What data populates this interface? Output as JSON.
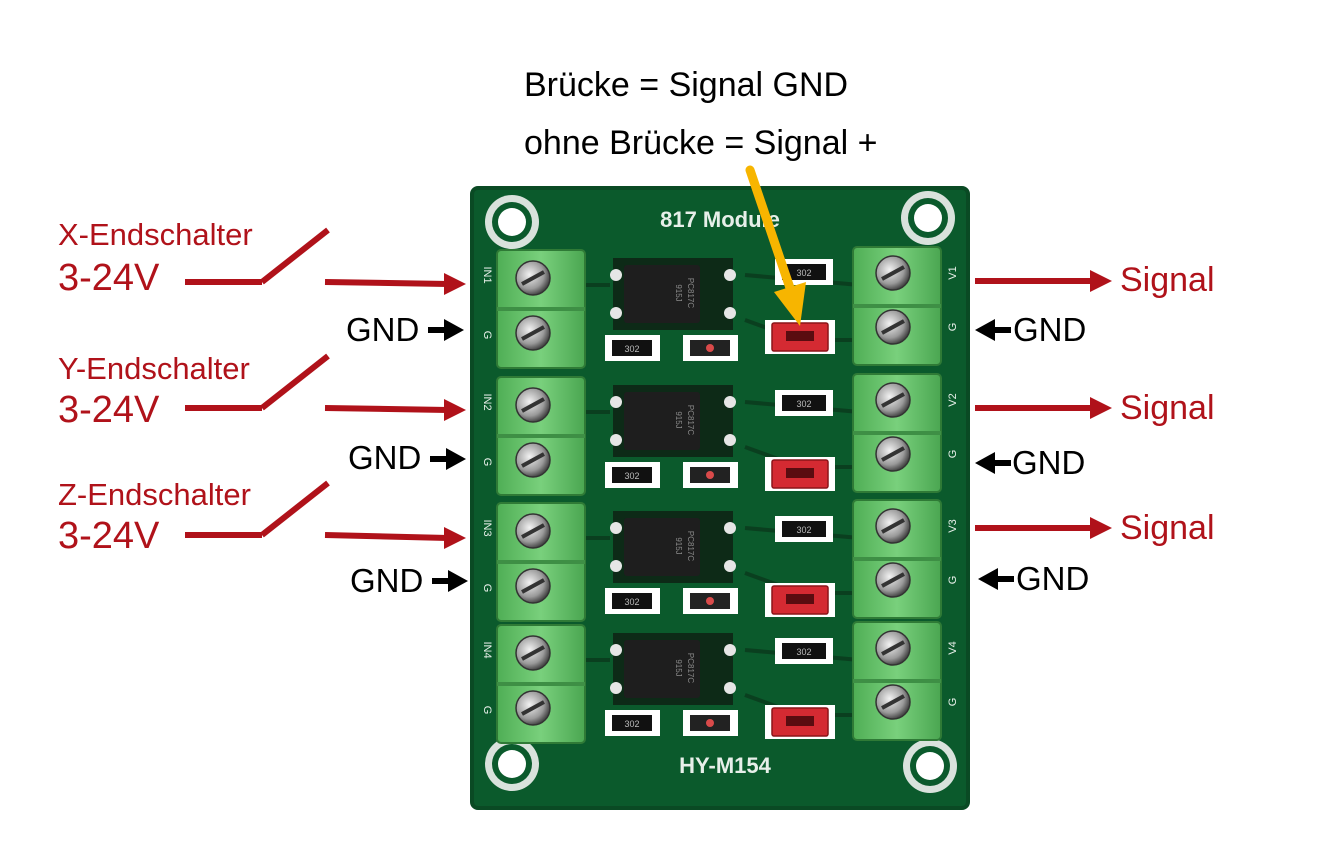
{
  "note": {
    "line1": "Brücke = Signal GND",
    "line2": "ohne Brücke = Signal +"
  },
  "inputs": [
    {
      "name": "X-Endschalter",
      "voltage": "3-24V",
      "gnd": "GND"
    },
    {
      "name": "Y-Endschalter",
      "voltage": "3-24V",
      "gnd": "GND"
    },
    {
      "name": "Z-Endschalter",
      "voltage": "3-24V",
      "gnd": "GND"
    }
  ],
  "outputs": [
    {
      "signal": "Signal",
      "gnd": "GND"
    },
    {
      "signal": "Signal",
      "gnd": "GND"
    },
    {
      "signal": "Signal",
      "gnd": "GND"
    }
  ],
  "board": {
    "title": "817 Module",
    "model": "HY-M154",
    "channels": [
      {
        "in_label": "IN1",
        "out_label": "V1",
        "gnd_label": "G",
        "chip_code": "PC817C",
        "chip_batch": "915J",
        "resistor_code": "302"
      },
      {
        "in_label": "IN2",
        "out_label": "V2",
        "gnd_label": "G",
        "chip_code": "PC817C",
        "chip_batch": "915J",
        "resistor_code": "302"
      },
      {
        "in_label": "IN3",
        "out_label": "V3",
        "gnd_label": "G",
        "chip_code": "PC817C",
        "chip_batch": "915J",
        "resistor_code": "302"
      },
      {
        "in_label": "IN4",
        "out_label": "V4",
        "gnd_label": "G",
        "chip_code": "PC817C",
        "chip_batch": "915J",
        "resistor_code": "302"
      }
    ]
  },
  "colors": {
    "annotation_red": "#b0121a",
    "pointer_orange": "#f7b500",
    "pcb_green": "#0b5a2c",
    "terminal_green": "#62c066",
    "jumper_red": "#d42a32"
  }
}
